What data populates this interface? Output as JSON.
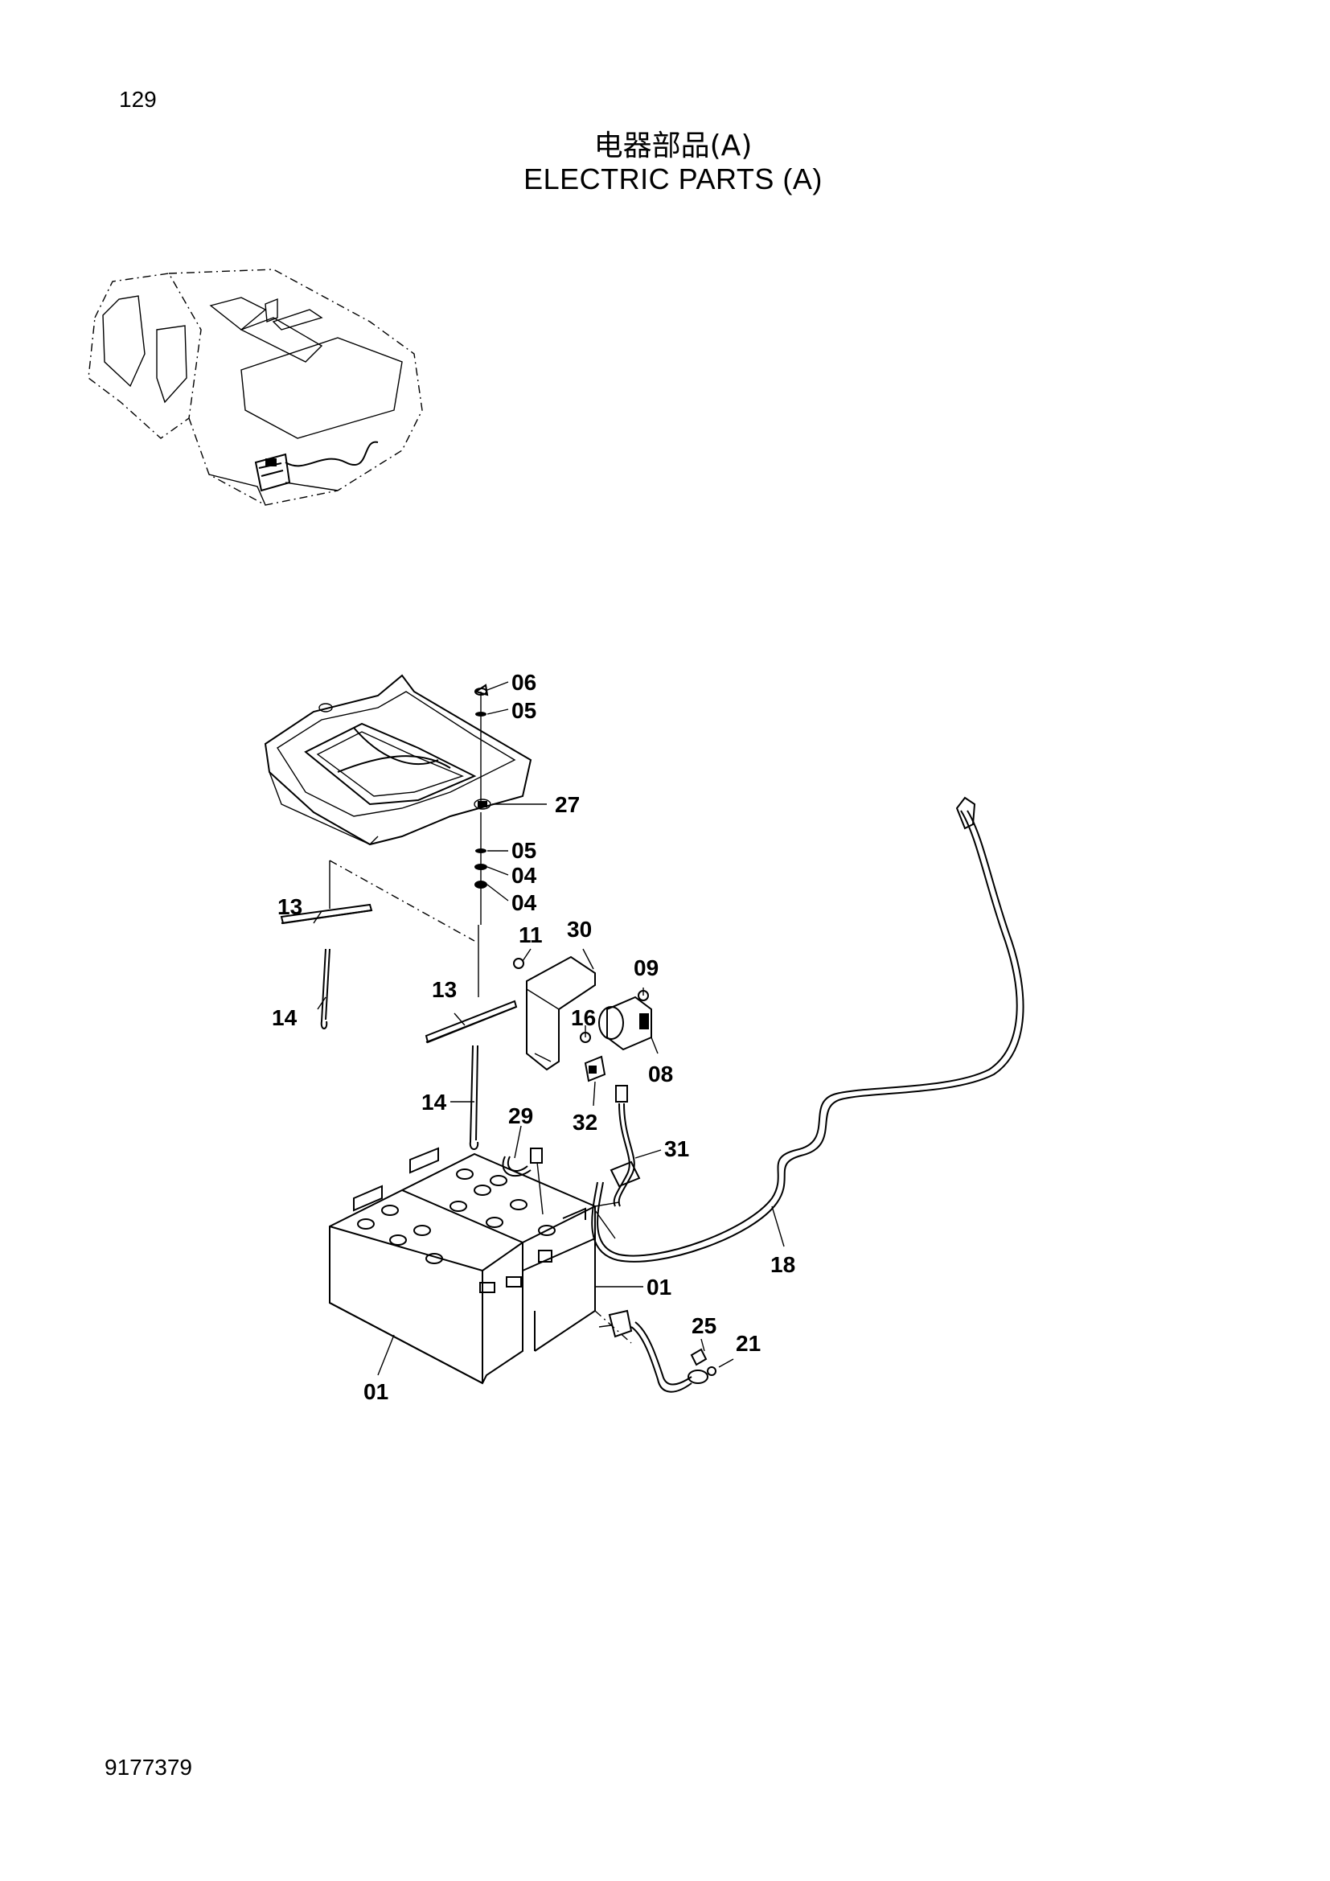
{
  "page": {
    "page_number": "129",
    "title_cn": "电器部品(A)",
    "title_en": "ELECTRIC  PARTS (A)",
    "document_number": "9177379"
  },
  "callouts": [
    {
      "id": "c06",
      "label": "06"
    },
    {
      "id": "c05a",
      "label": "05"
    },
    {
      "id": "c27",
      "label": "27"
    },
    {
      "id": "c05b",
      "label": "05"
    },
    {
      "id": "c04a",
      "label": "04"
    },
    {
      "id": "c04b",
      "label": "04"
    },
    {
      "id": "c13a",
      "label": "13"
    },
    {
      "id": "c11",
      "label": "11"
    },
    {
      "id": "c30",
      "label": "30"
    },
    {
      "id": "c09",
      "label": "09"
    },
    {
      "id": "c14a",
      "label": "14"
    },
    {
      "id": "c13b",
      "label": "13"
    },
    {
      "id": "c16",
      "label": "16"
    },
    {
      "id": "c08",
      "label": "08"
    },
    {
      "id": "c14b",
      "label": "14"
    },
    {
      "id": "c29",
      "label": "29"
    },
    {
      "id": "c32",
      "label": "32"
    },
    {
      "id": "c31",
      "label": "31"
    },
    {
      "id": "c01a",
      "label": "01"
    },
    {
      "id": "c18",
      "label": "18"
    },
    {
      "id": "c25",
      "label": "25"
    },
    {
      "id": "c21",
      "label": "21"
    },
    {
      "id": "c01b",
      "label": "01"
    }
  ]
}
